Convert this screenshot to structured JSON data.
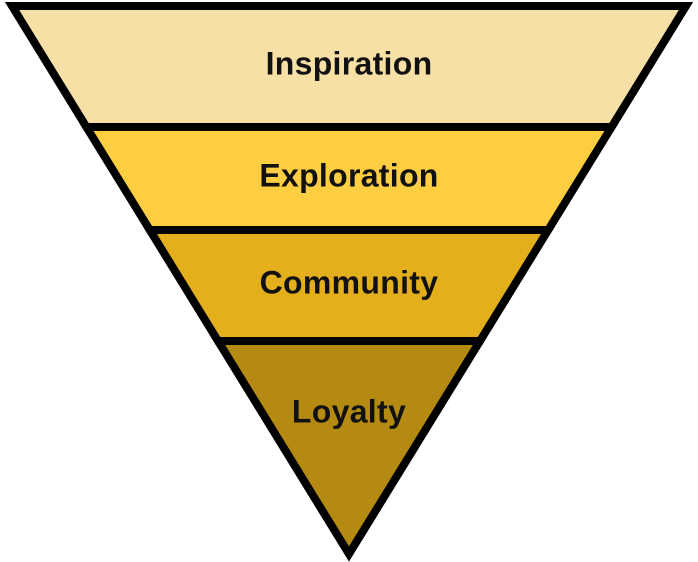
{
  "diagram": {
    "type": "inverted-funnel",
    "stages": [
      {
        "label": "Inspiration",
        "color": "#F6E0A6"
      },
      {
        "label": "Exploration",
        "color": "#FDCD42"
      },
      {
        "label": "Community",
        "color": "#E3AF1D"
      },
      {
        "label": "Loyalty",
        "color": "#B48A12"
      }
    ],
    "outline_color": "#000000",
    "label_color": "#111111"
  }
}
